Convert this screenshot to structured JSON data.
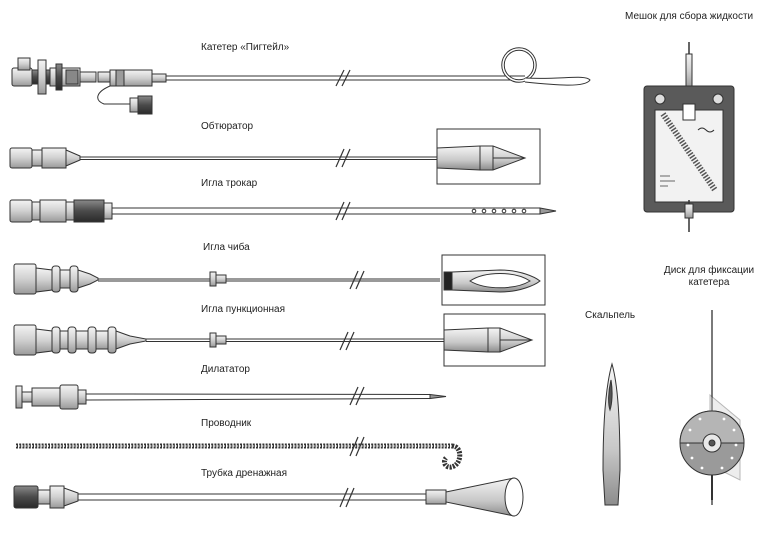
{
  "labels": {
    "pigtail": "Катетер «Пигтейл»",
    "obturator": "Обтюратор",
    "trocar": "Игла трокар",
    "chiba": "Игла чиба",
    "puncture": "Игла пункционная",
    "dilator": "Дилататор",
    "guidewire": "Проводник",
    "drain_tube": "Трубка дренажная",
    "bag": "Мешок для сбора жидкости",
    "disc_line1": "Диск для фиксации",
    "disc_line2": "катетера",
    "scalpel": "Скальпель"
  },
  "colors": {
    "stroke": "#333333",
    "light_fill": "#e6e6e6",
    "mid_fill": "#bdbdbd",
    "dark_fill": "#555555",
    "bag_body": "#5a5a5a"
  }
}
